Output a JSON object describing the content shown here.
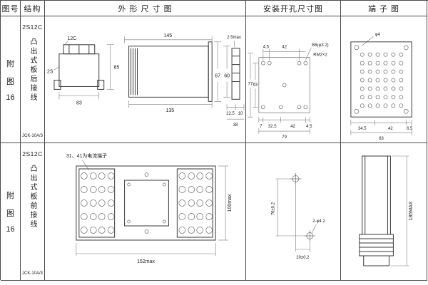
{
  "header": {
    "fig_no": "图号",
    "structure": "结构",
    "outline": "外 形 尺 寸 图",
    "install": "安装开孔尺寸图",
    "terminal": "端 子 图"
  },
  "row1": {
    "fig": [
      "附",
      "图",
      "16"
    ],
    "model": "2S12C",
    "mounting": "凸出式板后接线",
    "type_code": "JCK-10A/3",
    "outline_dims": {
      "cap": "12C",
      "series": "2S",
      "width": "83",
      "height": "85",
      "depth_top": "145",
      "depth_bottom": "135",
      "h_outer": "67",
      "h_inner": "60",
      "panel_thk": "2.5max",
      "d1": "22.5",
      "d2": "10",
      "d3": "38"
    },
    "install_dims": {
      "top1": "4.5",
      "top2": "42",
      "hole_spec": "B6(φ3.2)",
      "thread": "RM2×2",
      "left_outer": "77",
      "left_inner": "63",
      "b1": "7",
      "b2": "32.5",
      "b3": "42",
      "b4": "4.5",
      "total": "79"
    },
    "terminal_dims": {
      "hole": "φ4",
      "b1": "34.5",
      "b2": "42",
      "b3": "6.5",
      "total": "83"
    }
  },
  "row2": {
    "fig": [
      "附",
      "图",
      "16"
    ],
    "model": "2S12C",
    "mounting": "凸出式板前接线",
    "type_code": "JCK-10A/3",
    "outline_dims": {
      "note": "31、41为电流端子",
      "height": "100max",
      "width": "152max"
    },
    "install_dims": {
      "v": "76±0.2",
      "hole": "2-φ4.2",
      "h": "20±0.2"
    },
    "terminal_dims": {
      "height": "185MAX"
    }
  }
}
